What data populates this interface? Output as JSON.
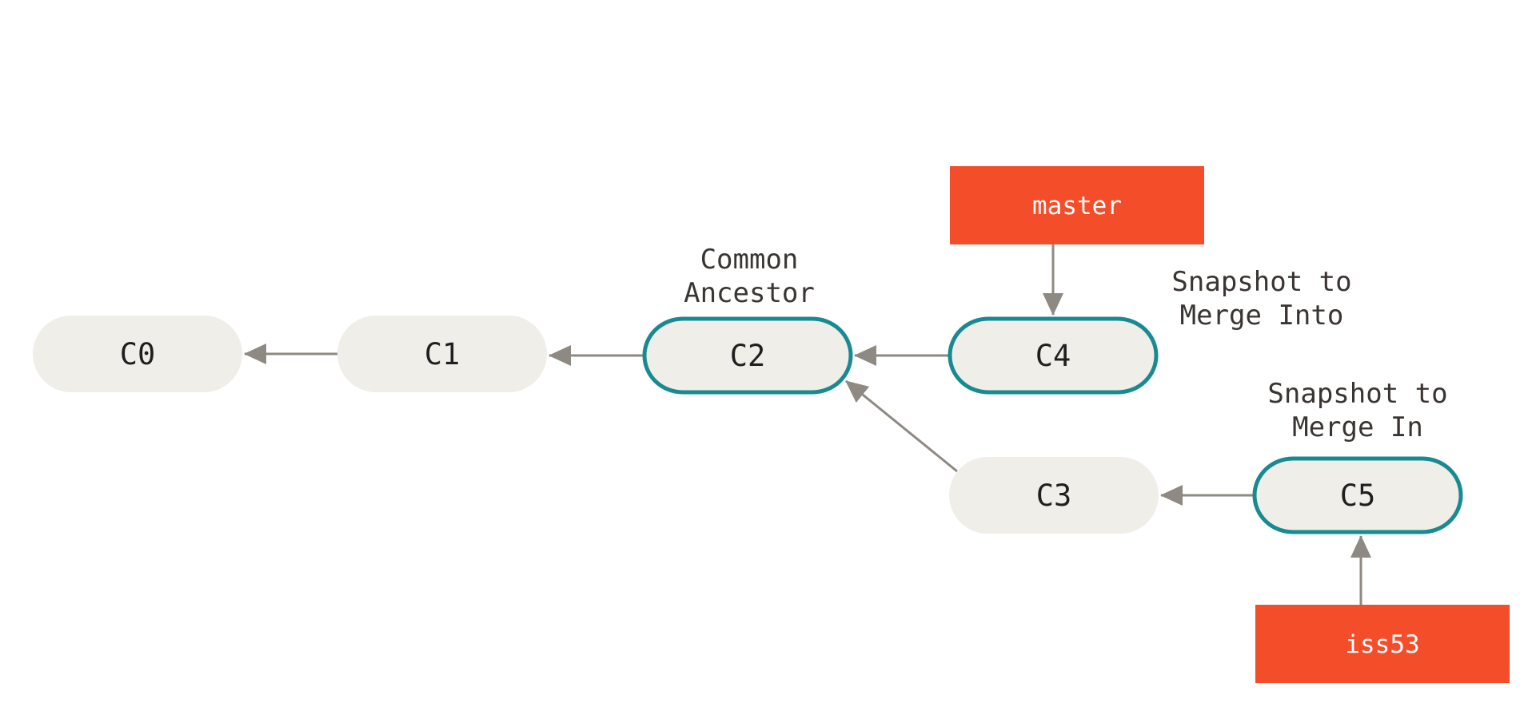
{
  "colors": {
    "commit_fill": "#efeee9",
    "highlight_stroke": "#188a91",
    "branch_fill": "#f44d2a",
    "arrow": "#8e8982",
    "text": "#1f1f1f",
    "note_text": "#3a3532"
  },
  "commits": [
    {
      "id": "C0",
      "label": "C0",
      "highlighted": false
    },
    {
      "id": "C1",
      "label": "C1",
      "highlighted": false
    },
    {
      "id": "C2",
      "label": "C2",
      "highlighted": true
    },
    {
      "id": "C4",
      "label": "C4",
      "highlighted": true
    },
    {
      "id": "C3",
      "label": "C3",
      "highlighted": false
    },
    {
      "id": "C5",
      "label": "C5",
      "highlighted": true
    }
  ],
  "parent_links": [
    {
      "from": "C1",
      "to": "C0"
    },
    {
      "from": "C2",
      "to": "C1"
    },
    {
      "from": "C4",
      "to": "C2"
    },
    {
      "from": "C3",
      "to": "C2"
    },
    {
      "from": "C5",
      "to": "C3"
    }
  ],
  "branches": [
    {
      "id": "master",
      "label": "master",
      "points_to": "C4"
    },
    {
      "id": "iss53",
      "label": "iss53",
      "points_to": "C5"
    }
  ],
  "notes": [
    {
      "id": "common-ancestor",
      "lines": [
        "Common",
        "Ancestor"
      ],
      "target": "C2"
    },
    {
      "id": "merge-into",
      "lines": [
        "Snapshot to",
        "Merge Into"
      ],
      "target": "C4"
    },
    {
      "id": "merge-in",
      "lines": [
        "Snapshot to",
        "Merge In"
      ],
      "target": "C5"
    }
  ]
}
